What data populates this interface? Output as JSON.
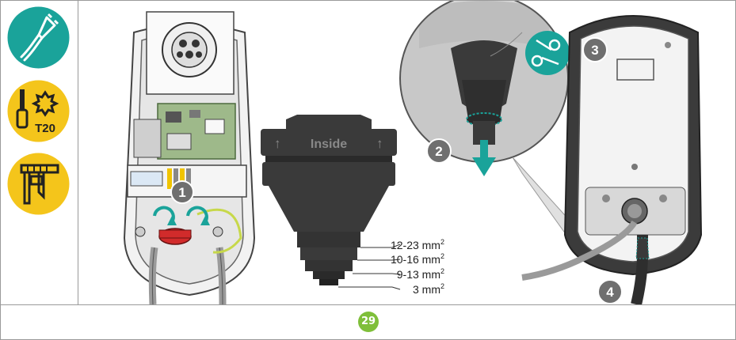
{
  "tools": {
    "connector": {
      "icon": "charging-connector-icon",
      "color": "#1aa39a"
    },
    "screwdriver": {
      "icon": "torx-screwdriver-icon",
      "label": "T20",
      "color": "#f4c51b"
    },
    "caliper": {
      "icon": "caliper-icon",
      "color": "#f4c51b"
    }
  },
  "steps": {
    "s1": "1",
    "s2": "2",
    "s3": "3",
    "s4": "4"
  },
  "grommet": {
    "label": "Inside",
    "arrow_left": "↑",
    "arrow_right": "↑",
    "sizes": [
      {
        "value": "12-23 mm",
        "sup": "2"
      },
      {
        "value": "10-16 mm",
        "sup": "2"
      },
      {
        "value": "9-13 mm",
        "sup": "2"
      },
      {
        "value": "3 mm",
        "sup": "2"
      }
    ]
  },
  "scissors": {
    "icon": "scissors-icon",
    "color": "#1aa39a"
  },
  "page": {
    "number": "29",
    "color": "#7fbf3a"
  },
  "colors": {
    "teal": "#1aa39a",
    "step_badge": "#6f6f6f",
    "rubber": "#3a3a3a",
    "red_part": "#d12b2b",
    "pcb_green": "#8fae7a"
  }
}
